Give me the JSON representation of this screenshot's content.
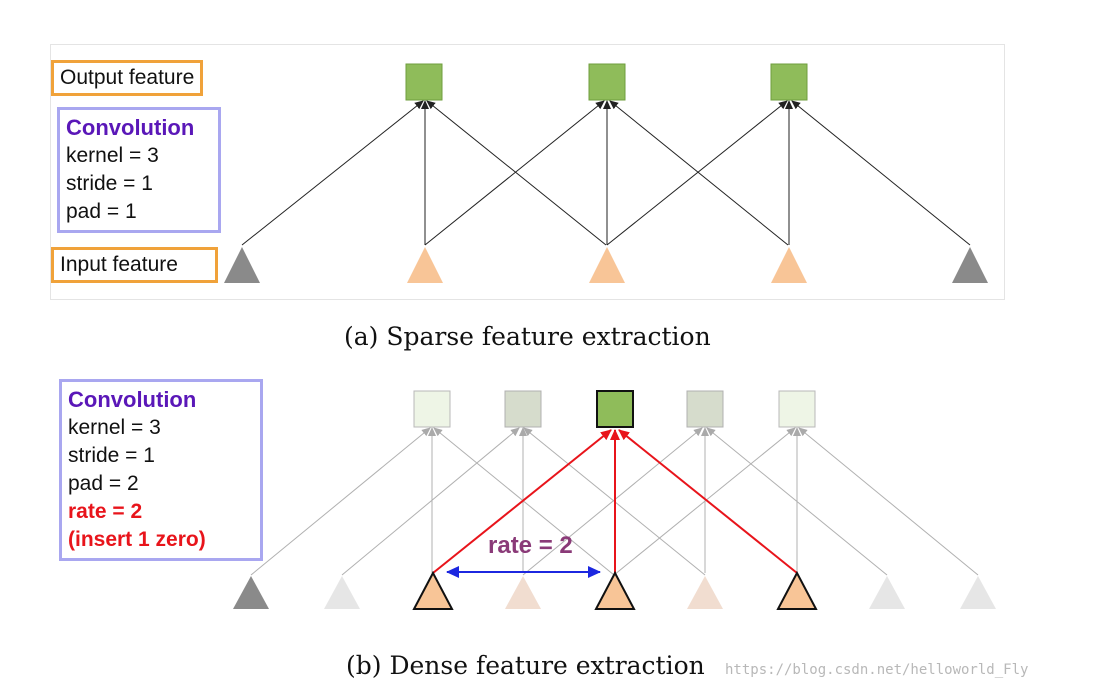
{
  "panel_a": {
    "output_label": "Output feature",
    "input_label": "Input feature",
    "conv_title": "Convolution",
    "params": [
      "kernel = 3",
      "stride = 1",
      "pad = 1"
    ],
    "caption": "(a) Sparse feature extraction"
  },
  "panel_b": {
    "conv_title": "Convolution",
    "params": [
      "kernel = 3",
      "stride = 1",
      "pad = 2"
    ],
    "rate_params": [
      "rate = 2",
      "(insert 1 zero)"
    ],
    "rate_annotation": "rate = 2",
    "caption": "(b) Dense feature extraction"
  },
  "watermark": "https://blog.csdn.net/helloworld_Fly",
  "colors": {
    "output_square": "#8fbc5a",
    "input_triangle_active": "#f8c597",
    "input_triangle_pad": "#8a8a8a",
    "highlight": "#e8141b",
    "rate_arrow": "#1c27e0",
    "orange_border": "#f0a23a",
    "blue_border": "#a9a7f0"
  }
}
